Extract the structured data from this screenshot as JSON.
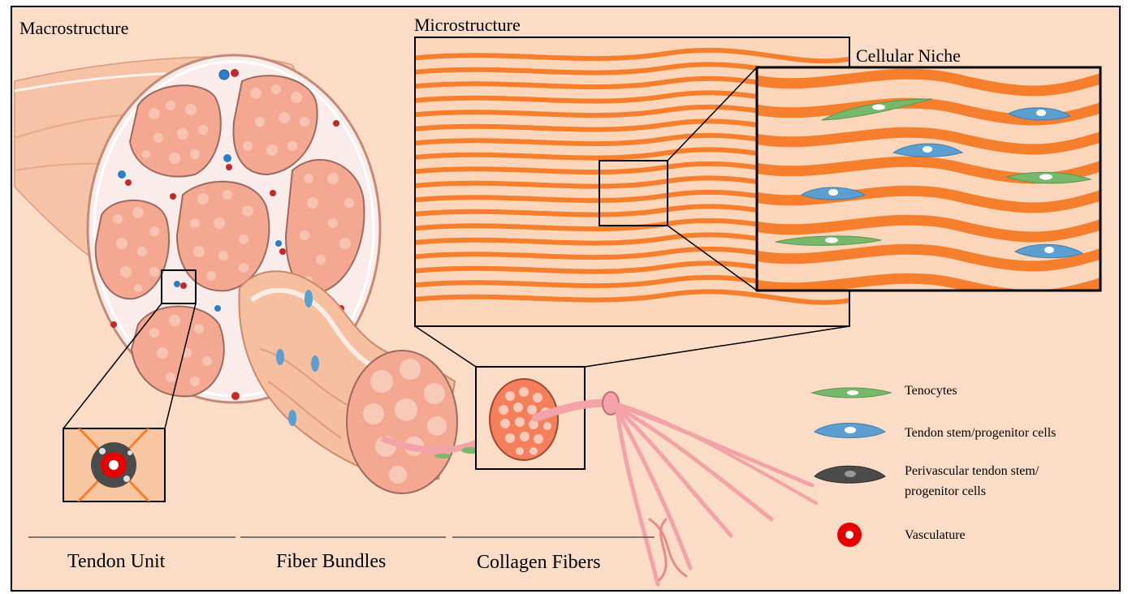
{
  "headings": {
    "macro": "Macrostructure",
    "micro": "Microstructure",
    "niche": "Cellular  Niche"
  },
  "sections": {
    "tendon_unit": "Tendon Unit",
    "fiber_bundles": "Fiber Bundles",
    "collagen_fibers": "Collagen Fibers"
  },
  "legend": {
    "tenocytes": "Tenocytes",
    "tspc": "Tendon stem/progenitor  cells",
    "perivascular_line1": "Perivascular tendon stem/",
    "perivascular_line2": "progenitor cells",
    "vasculature": "Vasculature"
  },
  "colors": {
    "background": "#fbdcc6",
    "tissue": "#f7c3a6",
    "fascicle": "#f4a892",
    "collagen": "#f57f2c",
    "tenocyte": "#77b86b",
    "tspc": "#5b9ed0",
    "perivascular": "#4b4b4b",
    "vessel": "#e60000",
    "fibril": "#f3a3a7"
  },
  "icons": [
    "tenocyte-icon",
    "tspc-icon",
    "perivascular-cell-icon",
    "vasculature-icon"
  ]
}
